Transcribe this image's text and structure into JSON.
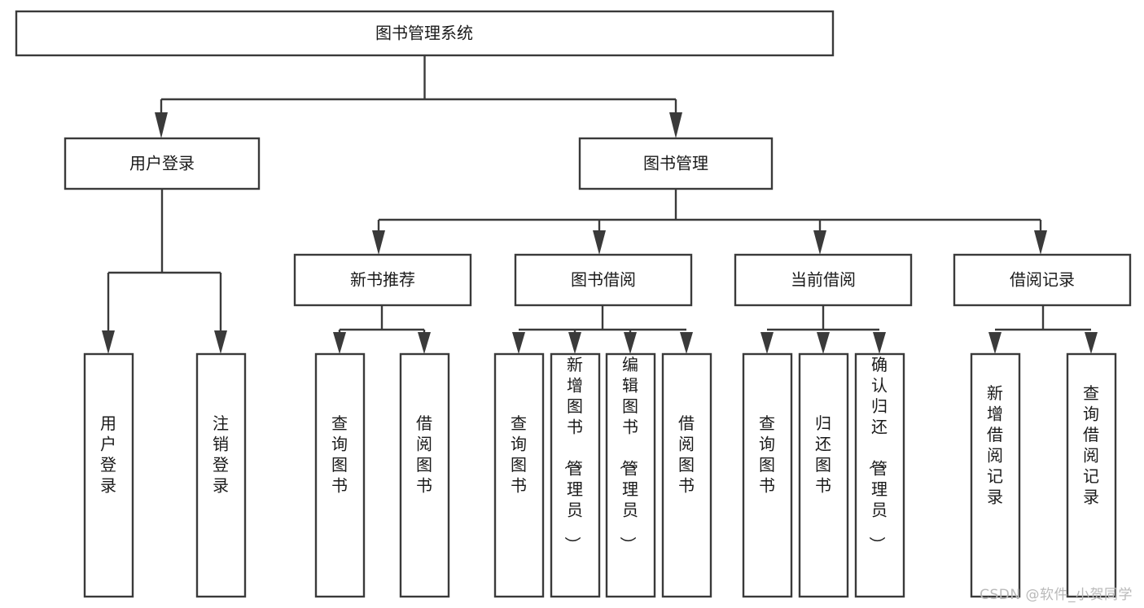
{
  "diagram": {
    "type": "tree-hierarchy-chart",
    "title": "图书管理系统",
    "watermark": "CSDN @软件_小贺同学",
    "colors": {
      "box_fill": "#ffffff",
      "box_stroke": "#3a3a3a",
      "text": "#1a1a1a",
      "watermark": "#b9b9b9",
      "background": "#ffffff"
    },
    "nodes": {
      "root": {
        "label": "图书管理系统",
        "level": 1,
        "orientation": "horizontal"
      },
      "l2": [
        {
          "id": "user-login",
          "label": "用户登录",
          "level": 2,
          "orientation": "horizontal"
        },
        {
          "id": "book-manage",
          "label": "图书管理",
          "level": 2,
          "orientation": "horizontal"
        }
      ],
      "l3": [
        {
          "id": "new-book-recommend",
          "label": "新书推荐",
          "level": 3,
          "orientation": "horizontal",
          "parent": "book-manage"
        },
        {
          "id": "book-borrow",
          "label": "图书借阅",
          "level": 3,
          "orientation": "horizontal",
          "parent": "book-manage"
        },
        {
          "id": "current-borrow",
          "label": "当前借阅",
          "level": 3,
          "orientation": "horizontal",
          "parent": "book-manage"
        },
        {
          "id": "borrow-record",
          "label": "借阅记录",
          "level": 3,
          "orientation": "horizontal",
          "parent": "book-manage"
        }
      ],
      "leaves": [
        {
          "id": "leaf-user-login",
          "label": "用户登录",
          "parent": "user-login",
          "orientation": "vertical"
        },
        {
          "id": "leaf-logout",
          "label": "注销登录",
          "parent": "user-login",
          "orientation": "vertical"
        },
        {
          "id": "leaf-query-book-1",
          "label": "查询图书",
          "parent": "new-book-recommend",
          "orientation": "vertical"
        },
        {
          "id": "leaf-borrow-book-1",
          "label": "借阅图书",
          "parent": "new-book-recommend",
          "orientation": "vertical"
        },
        {
          "id": "leaf-query-book-2",
          "label": "查询图书",
          "parent": "book-borrow",
          "orientation": "vertical"
        },
        {
          "id": "leaf-add-book",
          "label": "新增图书（管理员）",
          "parent": "book-borrow",
          "orientation": "vertical"
        },
        {
          "id": "leaf-edit-book",
          "label": "编辑图书（管理员）",
          "parent": "book-borrow",
          "orientation": "vertical"
        },
        {
          "id": "leaf-borrow-book-2",
          "label": "借阅图书",
          "parent": "book-borrow",
          "orientation": "vertical"
        },
        {
          "id": "leaf-query-book-3",
          "label": "查询图书",
          "parent": "current-borrow",
          "orientation": "vertical"
        },
        {
          "id": "leaf-return-book",
          "label": "归还图书",
          "parent": "current-borrow",
          "orientation": "vertical"
        },
        {
          "id": "leaf-confirm-return",
          "label": "确认归还（管理员）",
          "parent": "current-borrow",
          "orientation": "vertical"
        },
        {
          "id": "leaf-add-record",
          "label": "新增借阅记录",
          "parent": "borrow-record",
          "orientation": "vertical"
        },
        {
          "id": "leaf-query-record",
          "label": "查询借阅记录",
          "parent": "borrow-record",
          "orientation": "vertical"
        }
      ]
    }
  }
}
